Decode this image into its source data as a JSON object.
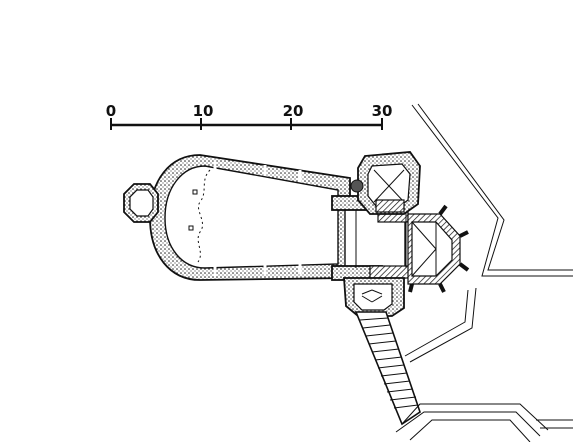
{
  "scale_bar": {
    "ticks": [
      "0",
      "10",
      "20",
      "30"
    ]
  }
}
